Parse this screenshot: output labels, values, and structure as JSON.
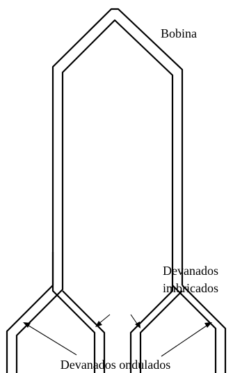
{
  "labels": {
    "coil": "Bobina",
    "lap_windings_line1": "Devanados",
    "lap_windings_line2": "imbricados",
    "wave_windings": "Devanados ondulados"
  }
}
